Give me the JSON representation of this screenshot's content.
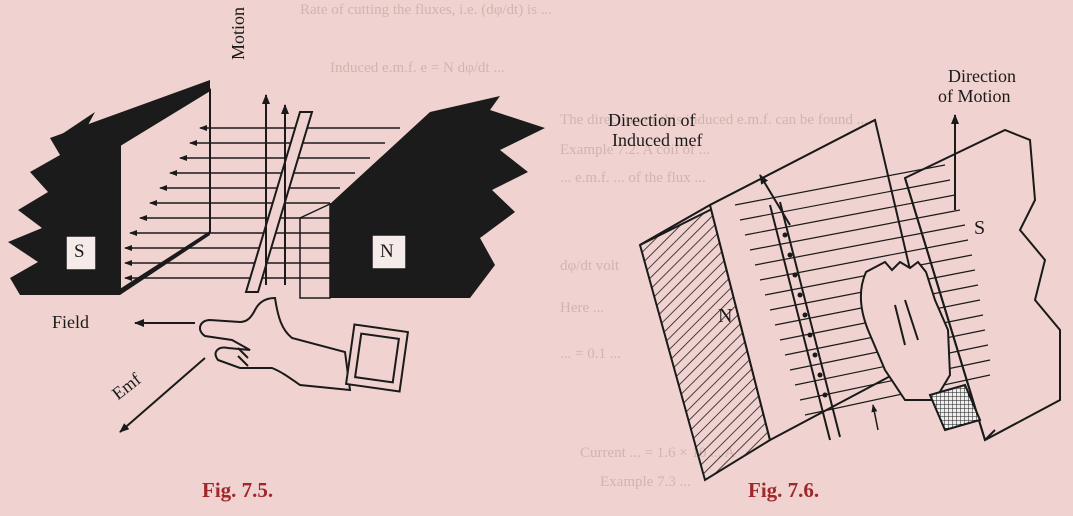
{
  "background_text": {
    "lines": [
      "Rate of cutting the fluxes, i.e. (dφ/dt) is ...",
      "Induced e.m.f.  e = N dφ/dt ...",
      "The direction of this induced e.m.f. can be found ...",
      "Example 7.2. A coil of ...",
      "... e.m.f. ... of the flux ...",
      "dφ/dt  volt",
      "Here ...",
      "... = 0.1 ...",
      "Current ... = 1.6 × 10 ... A",
      "Example 7.3 ..."
    ]
  },
  "figure_1": {
    "caption": "Fig. 7.5.",
    "labels": {
      "motion": "Motion",
      "south": "S",
      "north": "N",
      "field": "Field",
      "emf": "Emf"
    }
  },
  "figure_2": {
    "caption": "Fig. 7.6.",
    "labels": {
      "motion_line1": "Direction",
      "motion_line2": "of Motion",
      "induced_line1": "Direction of",
      "induced_line2": "Induced mef",
      "south": "S",
      "north": "N"
    }
  },
  "colors": {
    "background": "#f0d3d0",
    "ink": "#1a1a1a",
    "caption": "#a0282a"
  }
}
